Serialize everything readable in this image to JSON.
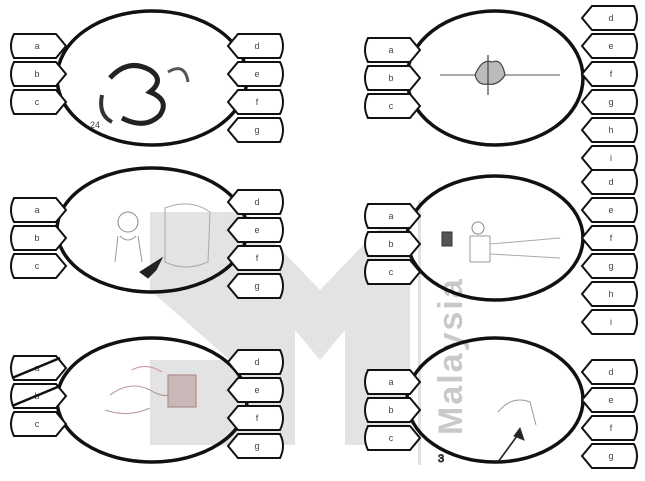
{
  "watermark": {
    "text": "Malaysia"
  },
  "panels": [
    {
      "id": "panel-1",
      "figure_label": "24",
      "left_boxes": [
        "a",
        "b",
        "c"
      ],
      "right_boxes": [
        "d",
        "e",
        "f",
        "g"
      ],
      "crossed_left": false
    },
    {
      "id": "panel-2",
      "figure_label": "",
      "left_boxes": [
        "a",
        "b",
        "c"
      ],
      "right_boxes": [
        "d",
        "e",
        "f",
        "g",
        "h",
        "i"
      ],
      "crossed_left": false
    },
    {
      "id": "panel-3",
      "figure_label": "",
      "left_boxes": [
        "a",
        "b",
        "c"
      ],
      "right_boxes": [
        "d",
        "e",
        "f",
        "g"
      ],
      "crossed_left": false
    },
    {
      "id": "panel-4",
      "figure_label": "",
      "left_boxes": [
        "a",
        "b",
        "c"
      ],
      "right_boxes": [
        "d",
        "e",
        "f",
        "g",
        "h",
        "i"
      ],
      "crossed_left": false
    },
    {
      "id": "panel-5",
      "figure_label": "",
      "left_boxes": [
        "a",
        "b",
        "c"
      ],
      "right_boxes": [
        "d",
        "e",
        "f",
        "g"
      ],
      "crossed_left": true
    },
    {
      "id": "panel-6",
      "figure_label": "",
      "left_boxes": [
        "a",
        "b",
        "c"
      ],
      "right_boxes": [
        "d",
        "e",
        "f",
        "g"
      ],
      "crossed_left": false
    }
  ]
}
